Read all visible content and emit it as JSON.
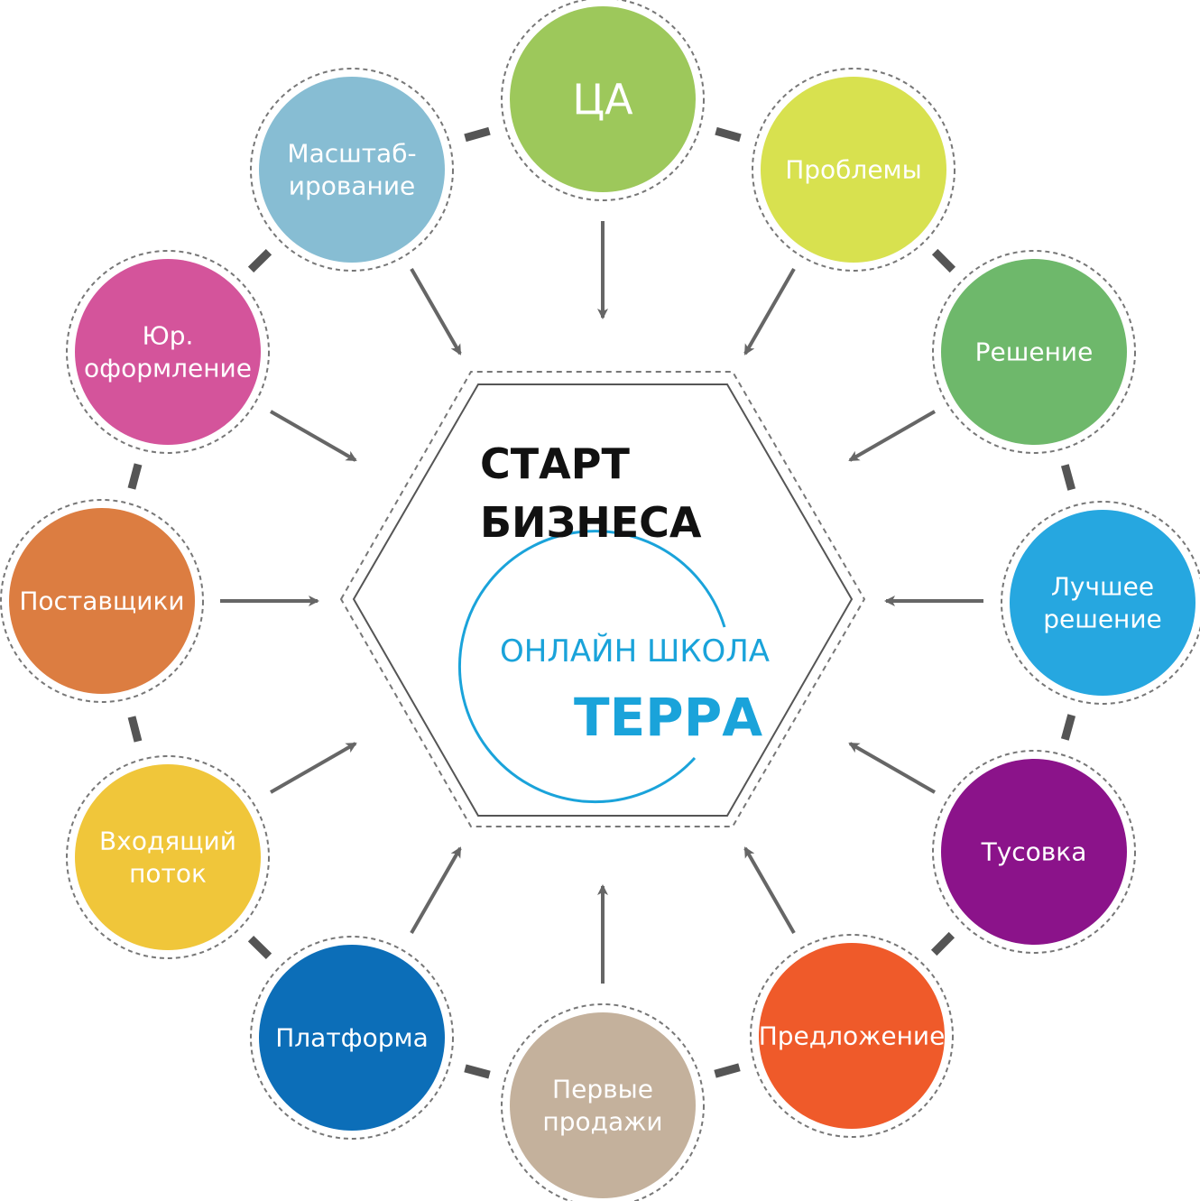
{
  "center": {
    "title_line1": "СТАРТ",
    "title_line2": "БИЗНЕСА",
    "school": "ОНЛАЙН  ШКОЛА",
    "brand": "ТЕРРА",
    "accent_color": "#1aa3da"
  },
  "nodes": [
    {
      "id": "ca",
      "lines": [
        "ЦА"
      ],
      "color": "#9dc85b"
    },
    {
      "id": "problemy",
      "lines": [
        "Проблемы"
      ],
      "color": "#d8e14f"
    },
    {
      "id": "reshenie",
      "lines": [
        "Решение"
      ],
      "color": "#6eb86b"
    },
    {
      "id": "luchshee-reshenie",
      "lines": [
        "Лучшее",
        "решение"
      ],
      "color": "#26a7e0"
    },
    {
      "id": "tusovka",
      "lines": [
        "Тусовка"
      ],
      "color": "#8b138a"
    },
    {
      "id": "predlozhenie",
      "lines": [
        "Предложение"
      ],
      "color": "#ef5a2a"
    },
    {
      "id": "pervye-prodazhi",
      "lines": [
        "Первые",
        "продажи"
      ],
      "color": "#c4b19c"
    },
    {
      "id": "platforma",
      "lines": [
        "Платформа"
      ],
      "color": "#0c6eb8"
    },
    {
      "id": "vkhodyashchiy-potok",
      "lines": [
        "Входящий",
        "поток"
      ],
      "color": "#f0c63a"
    },
    {
      "id": "postavshchiki",
      "lines": [
        "Поставщики"
      ],
      "color": "#dc7d41"
    },
    {
      "id": "yur-oformlenie",
      "lines": [
        "Юр.",
        "оформление"
      ],
      "color": "#d4549b"
    },
    {
      "id": "masshtabirovanie",
      "lines": [
        "Масштаб-",
        "ирование"
      ],
      "color": "#87bdd3"
    }
  ],
  "colors": {
    "arrow": "#666666",
    "connector": "#555555",
    "dashed_ring": "#777777"
  }
}
